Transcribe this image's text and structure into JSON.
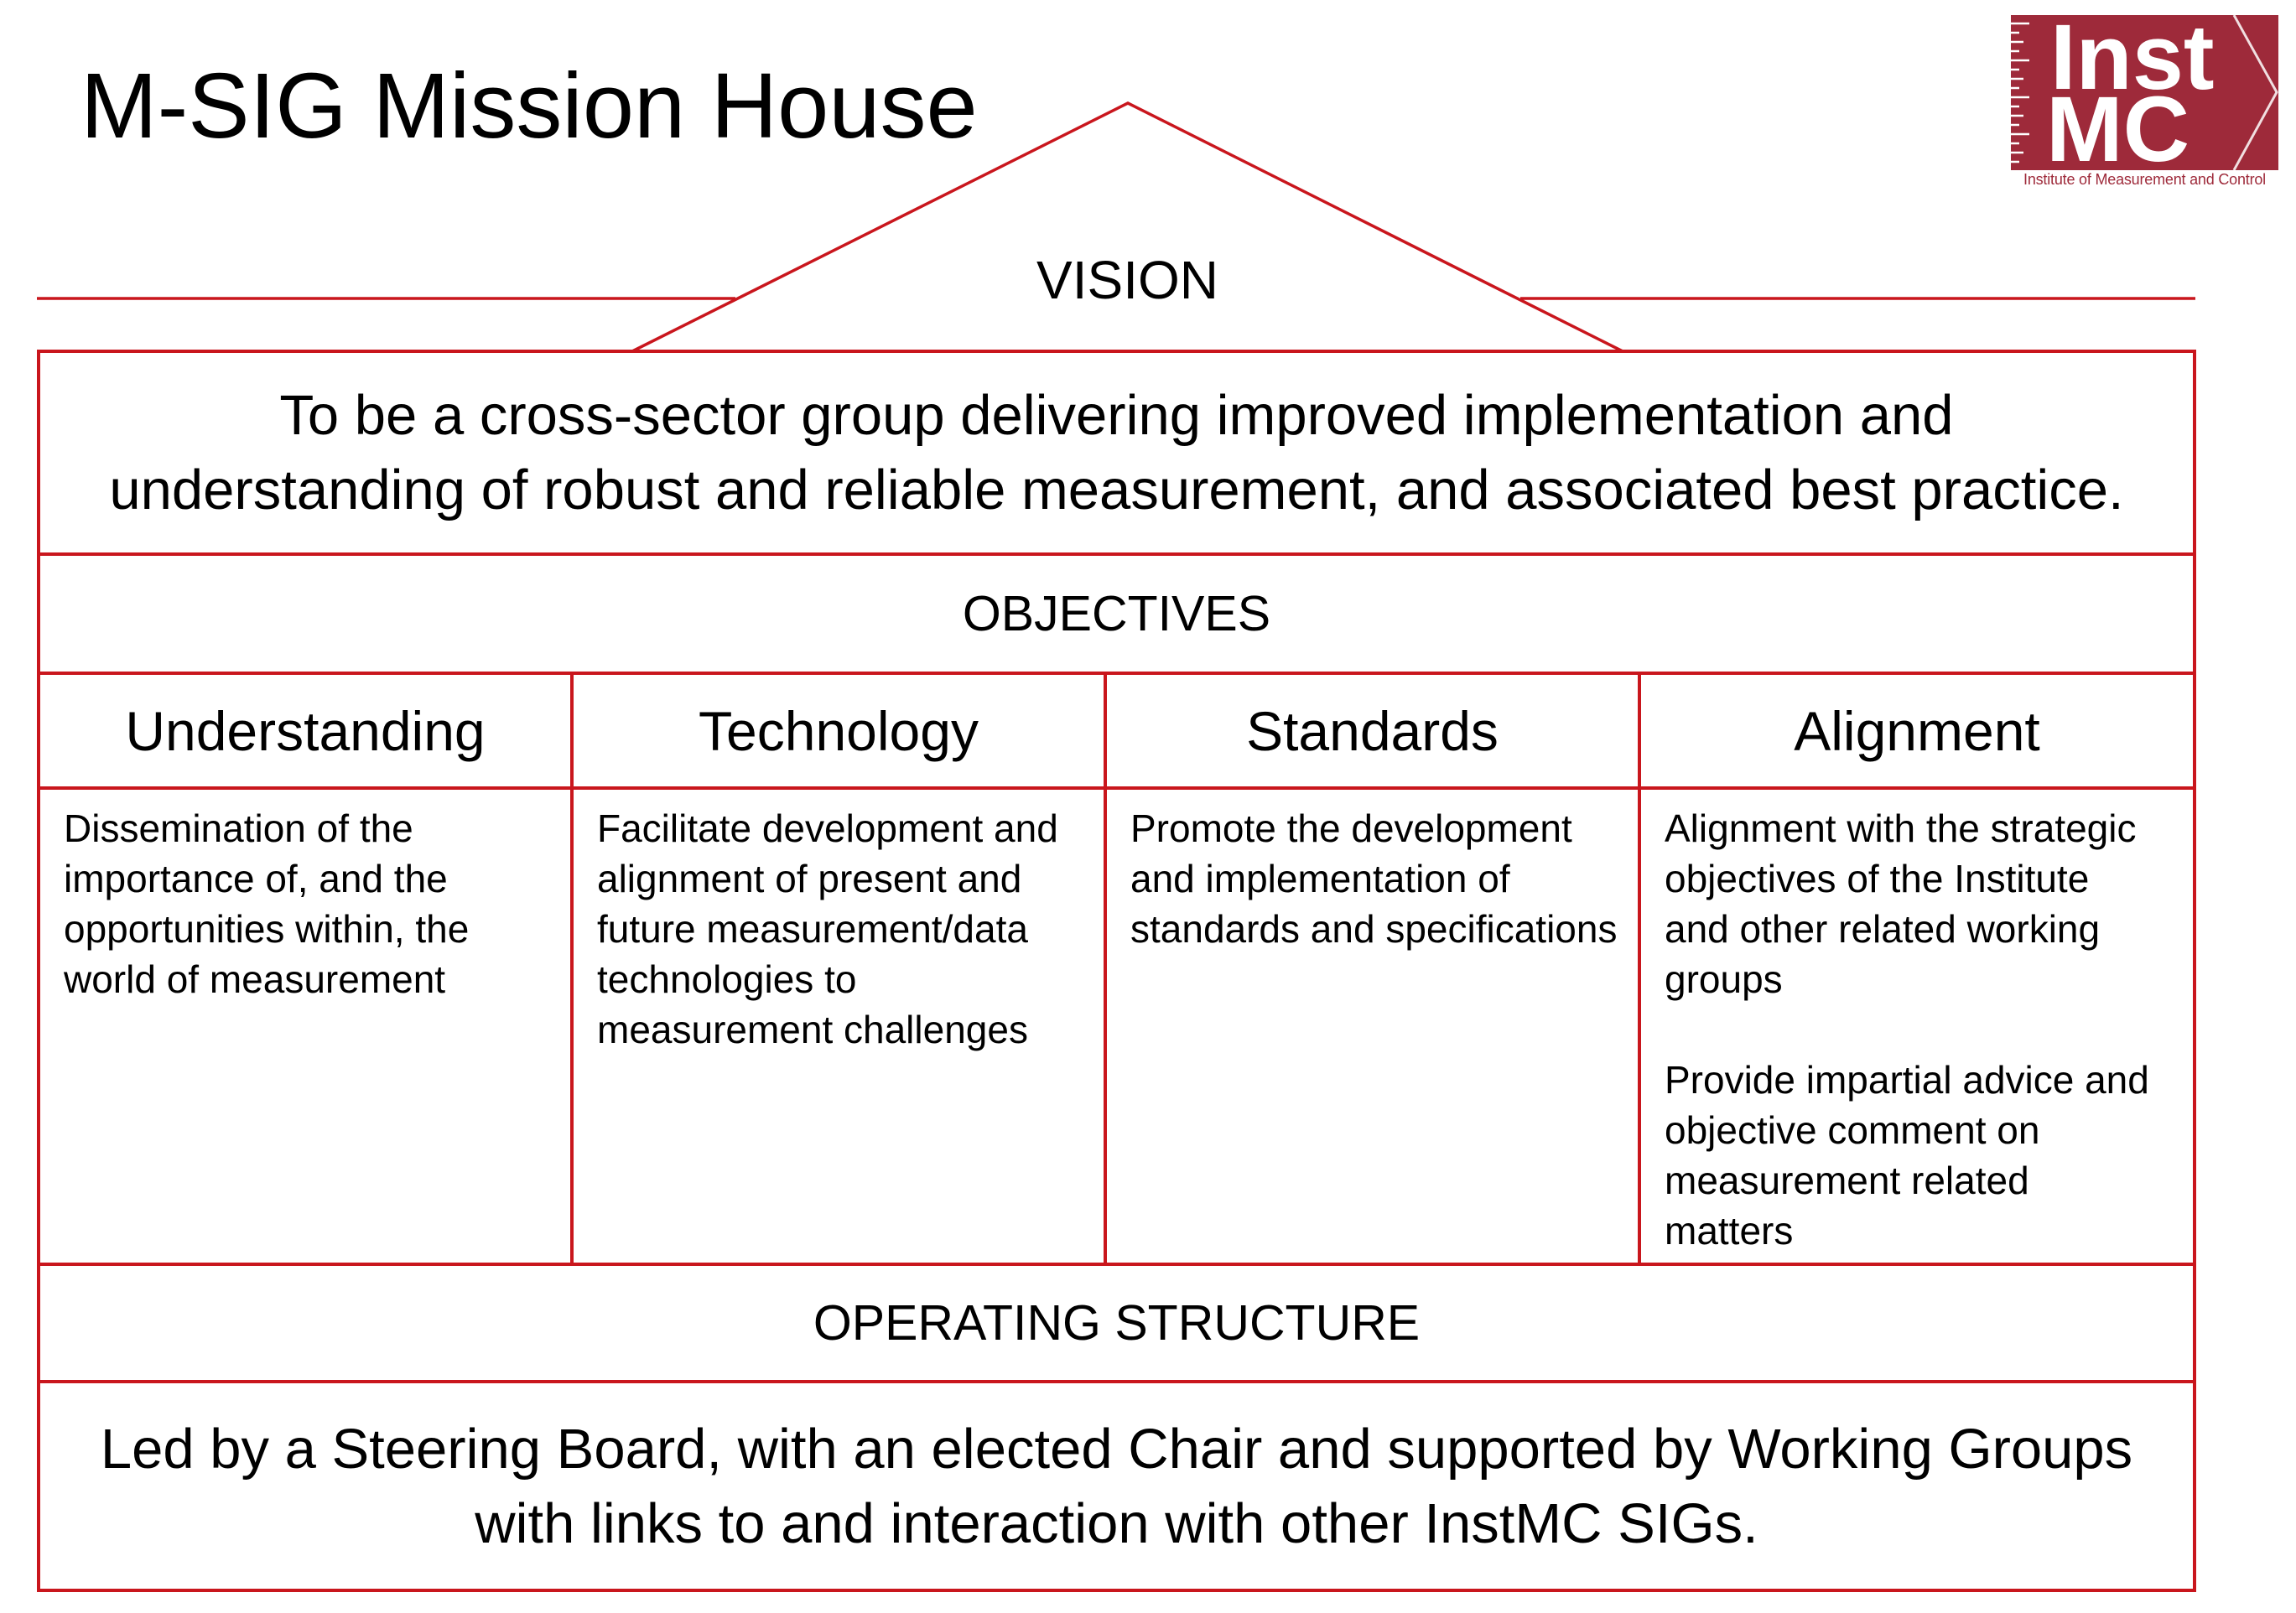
{
  "title": "M-SIG Mission House",
  "logo": {
    "line1": "Inst",
    "line2": "MC",
    "caption": "Institute of Measurement and Control"
  },
  "colors": {
    "frame": "#c9161d",
    "logo": "#9e2a3a",
    "text": "#000000"
  },
  "vision": {
    "heading": "VISION",
    "statement": "To be a cross-sector group delivering improved implementation and\nunderstanding of robust and reliable measurement, and associated best practice."
  },
  "objectives": {
    "heading": "OBJECTIVES",
    "columns": [
      {
        "heading": "Understanding",
        "body": [
          "Dissemination of the\nimportance of, and the\nopportunities within, the\nworld of measurement"
        ]
      },
      {
        "heading": "Technology",
        "body": [
          "Facilitate development and\nalignment of present and\nfuture measurement/data\ntechnologies to\nmeasurement challenges"
        ]
      },
      {
        "heading": "Standards",
        "body": [
          "Promote the development\nand implementation of\nstandards and specifications"
        ]
      },
      {
        "heading": "Alignment",
        "body": [
          "Alignment with the strategic\nobjectives of the Institute\nand other related working\ngroups",
          "Provide impartial advice and\nobjective comment on\nmeasurement related\nmatters"
        ]
      }
    ]
  },
  "operating_structure": {
    "heading": "OPERATING STRUCTURE",
    "statement": "Led by a Steering Board, with an elected Chair and supported by Working Groups\nwith links to and interaction with other InstMC SIGs."
  }
}
